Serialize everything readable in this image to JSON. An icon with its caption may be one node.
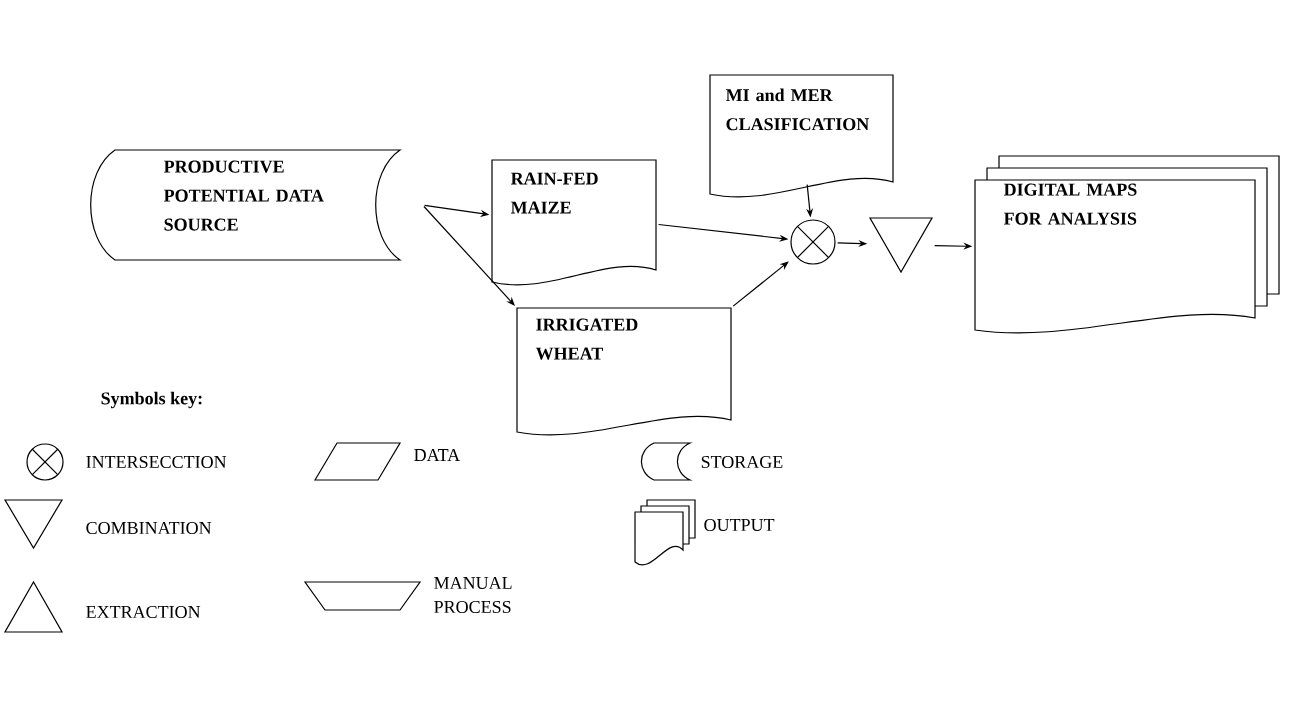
{
  "diagram": {
    "nodes": [
      {
        "text": [
          "PRODUCTIVE POTENTIAL DATA SOURCE"
        ]
      },
      {
        "text": [
          "MI and MER CLASIFICATION"
        ]
      },
      {
        "text": [
          "RAIN-FED MAIZE"
        ]
      },
      {
        "text": [
          "IRRIGATED WHEAT"
        ]
      },
      {
        "text": [],
        "shape": "circle"
      },
      {
        "text": [],
        "shape": "triangle"
      },
      {
        "text": [
          "DIGITAL MAPS FOR ANALYSIS"
        ]
      }
    ],
    "edges": [
      {
        "from": 0,
        "to": 2,
        "arrow": "to"
      },
      {
        "from": 0,
        "to": 3,
        "arrow": "to"
      },
      {
        "from": 2,
        "to": 4,
        "arrow": "to"
      },
      {
        "from": 1,
        "to": 4,
        "arrow": "to"
      },
      {
        "from": 3,
        "to": 4,
        "arrow": "to"
      },
      {
        "from": 4,
        "to": 5,
        "arrow": "to"
      },
      {
        "from": 5,
        "to": 6,
        "arrow": "to"
      }
    ],
    "labels": [
      "Symbols key:"
    ],
    "legend": [
      {
        "text": "INTERSECCTION"
      },
      {
        "text": "DATA"
      },
      {
        "text": "STORAGE"
      },
      {
        "text": "COMBINATION"
      },
      {
        "text": "MANUAL PROCESS"
      },
      {
        "text": "OUTPUT"
      },
      {
        "text": "EXTRACTION"
      }
    ]
  }
}
